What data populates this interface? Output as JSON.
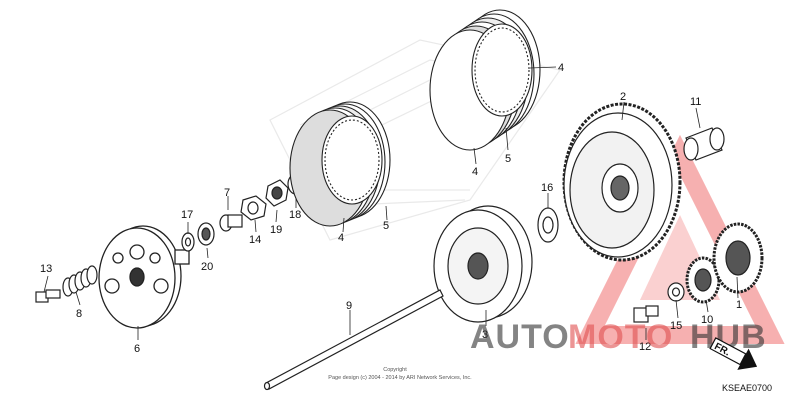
{
  "diagram": {
    "part_code": "KSEAE0700",
    "direction_label": "FR.",
    "copyright_line1": "Copyright",
    "copyright_line2": "Page design (c) 2004 - 2014 by ARI Network Services, Inc."
  },
  "callouts": {
    "c1": "1",
    "c2": "2",
    "c3": "3",
    "c4a": "4",
    "c4b": "4",
    "c4c": "4",
    "c5a": "5",
    "c5b": "5",
    "c6": "6",
    "c7": "7",
    "c8": "8",
    "c9": "9",
    "c10": "10",
    "c11": "11",
    "c12": "12",
    "c13": "13",
    "c14": "14",
    "c15": "15",
    "c16": "16",
    "c17": "17",
    "c18": "18",
    "c19": "19",
    "c20": "20"
  },
  "watermark": {
    "part1": "AUTO",
    "part2": "MOTO",
    "part3": "HUB",
    "color_dark": "#333333",
    "color_accent": "#e05050",
    "color_triangle": "#f07070"
  },
  "icons": {
    "background_logo": "wing-logo-icon",
    "direction_arrow": "arrow-down-right-icon"
  }
}
